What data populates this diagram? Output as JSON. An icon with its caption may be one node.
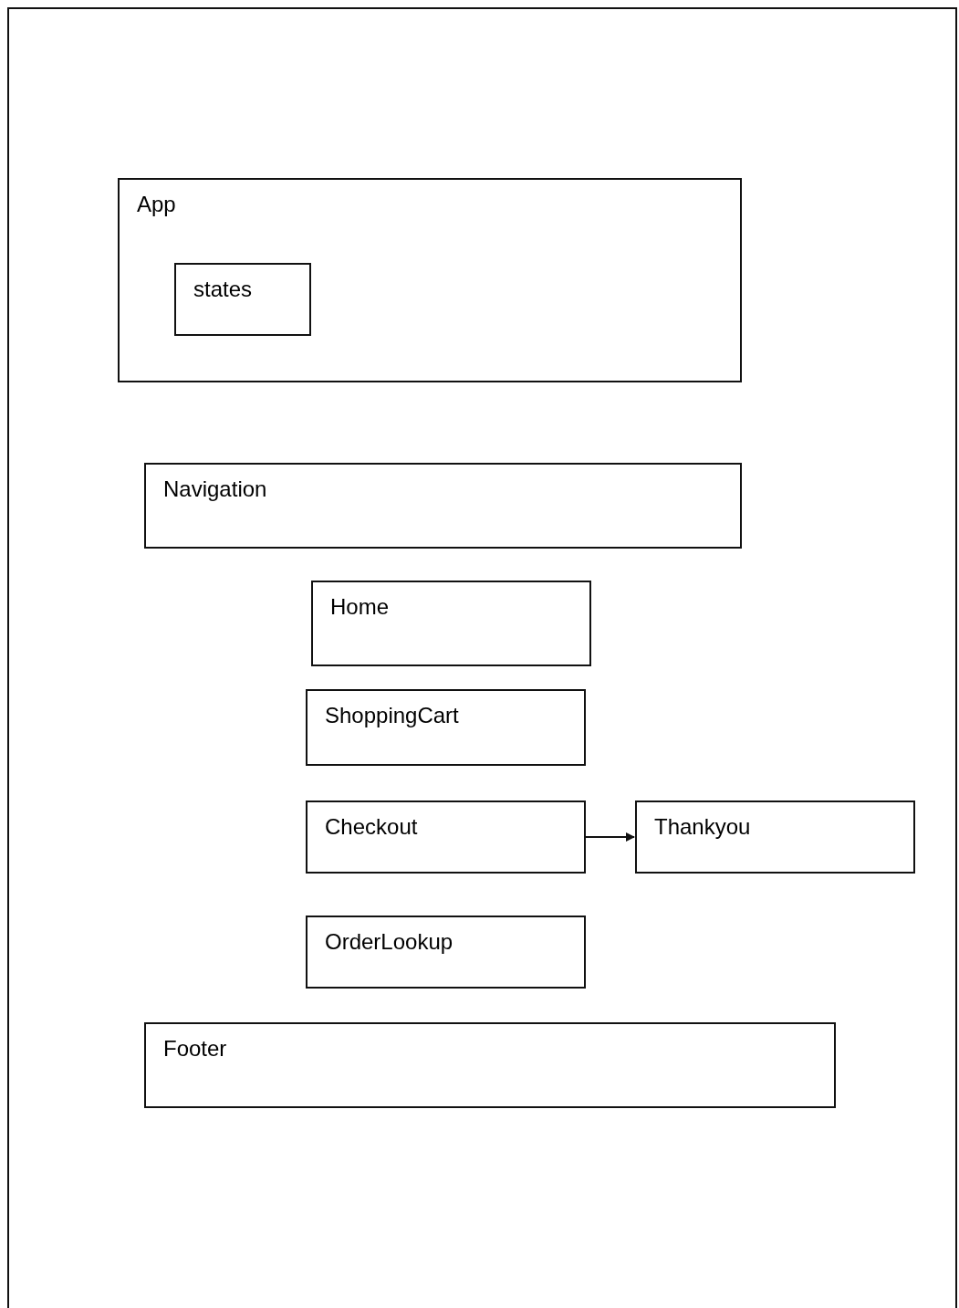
{
  "diagram": {
    "nodes": [
      {
        "text": [
          "App"
        ]
      },
      {
        "text": [
          "states"
        ],
        "in": 0
      },
      {
        "text": [
          "Navigation"
        ]
      },
      {
        "text": [
          "Home"
        ]
      },
      {
        "text": [
          "ShoppingCart"
        ]
      },
      {
        "text": [
          "Checkout"
        ]
      },
      {
        "text": [
          "Thankyou"
        ]
      },
      {
        "text": [
          "OrderLookup"
        ]
      },
      {
        "text": [
          "Footer"
        ]
      }
    ],
    "edges": [
      {
        "from": 5,
        "to": 6,
        "arrow": "to"
      }
    ]
  }
}
